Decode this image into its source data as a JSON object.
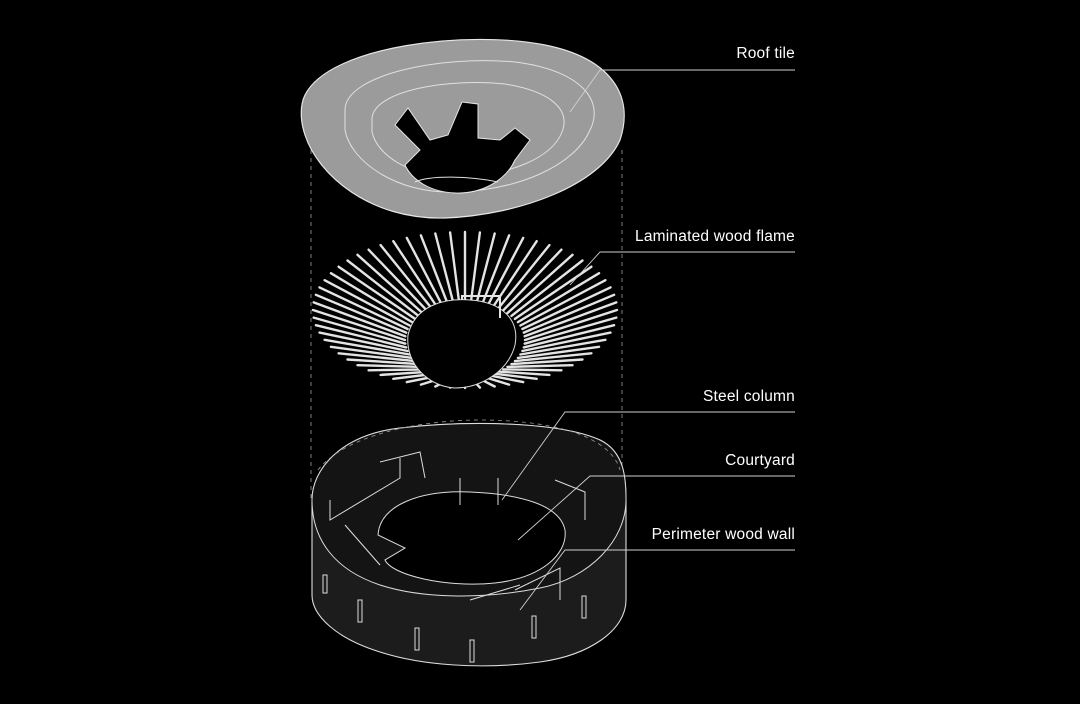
{
  "diagram": {
    "labels": {
      "roof_tile": "Roof tile",
      "laminated_wood_flame": "Laminated wood flame",
      "steel_column": "Steel column",
      "courtyard": "Courtyard",
      "perimeter_wood_wall": "Perimeter wood wall"
    },
    "colors": {
      "background": "#000000",
      "roof_fill": "#9b9b9b",
      "line": "#e6e6e6",
      "wall_fill": "#1c1c1c"
    }
  }
}
